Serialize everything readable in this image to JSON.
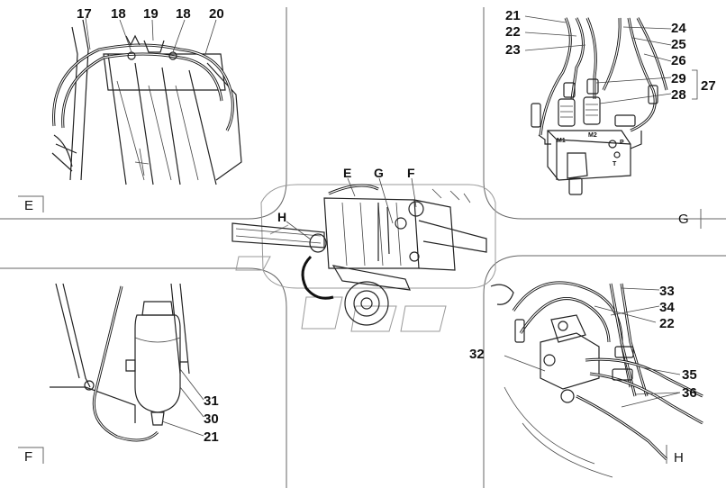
{
  "views": {
    "E": {
      "corner": "E",
      "callouts": [
        "17",
        "18",
        "19",
        "18",
        "20"
      ]
    },
    "G": {
      "corner": "G",
      "callouts": [
        "21",
        "22",
        "23",
        "24",
        "25",
        "26",
        "29",
        "28",
        "27"
      ],
      "port_labels": [
        "M1",
        "M2",
        "P",
        "T"
      ]
    },
    "F": {
      "corner": "F",
      "callouts": [
        "31",
        "30",
        "21"
      ]
    },
    "H": {
      "corner": "H",
      "callouts": [
        "33",
        "34",
        "22",
        "32",
        "35",
        "36"
      ]
    }
  },
  "center": {
    "captions": [
      "E",
      "G",
      "F",
      "H"
    ]
  }
}
